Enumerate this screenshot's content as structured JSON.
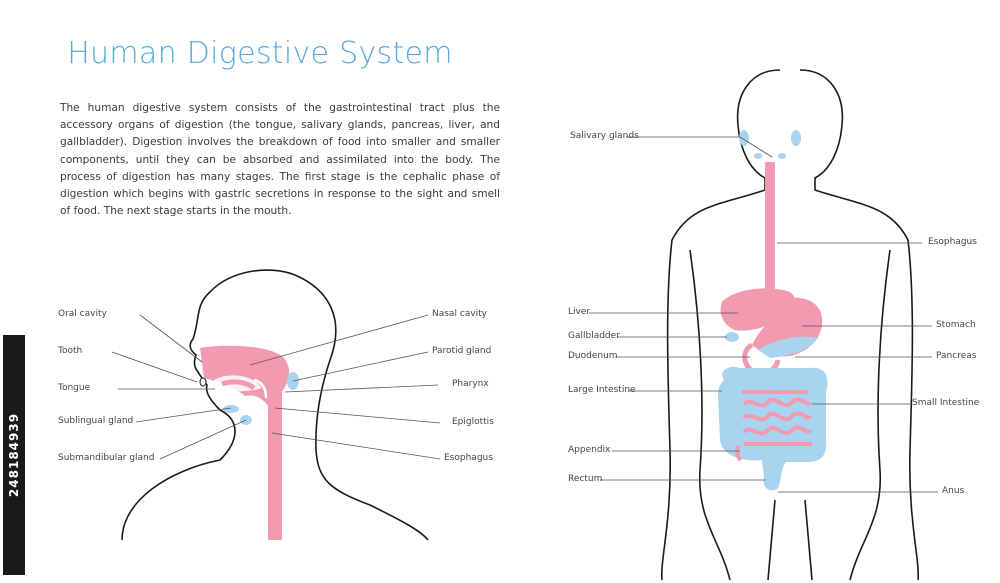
{
  "title": "Human Digestive System",
  "description": "The human digestive system consists of the gastrointestinal tract plus the accessory organs of digestion (the tongue, salivary glands, pancreas, liver, and gallbladder). Digestion involves the breakdown of food into smaller and smaller components, until they can be absorbed and assimilated into the body. The process of digestion has many stages. The first stage is the cephalic phase of digestion which begins with gastric secretions in response to the sight and smell of food. The next stage starts in the mouth.",
  "head_labels": {
    "oral_cavity": "Oral cavity",
    "tooth": "Tooth",
    "tongue": "Tongue",
    "sublingual_gland": "Sublingual gland",
    "submandibular_gland": "Submandibular gland",
    "nasal_cavity": "Nasal cavity",
    "parotid_gland": "Parotid gland",
    "pharynx": "Pharynx",
    "epiglottis": "Epiglottis",
    "esophagus": "Esophagus"
  },
  "body_labels": {
    "salivary_glands": "Salivary glands",
    "esophagus": "Esophagus",
    "liver": "Liver",
    "gallbladder": "Gallbladder",
    "duodenum": "Duodenum",
    "large_intestine": "Large Intestine",
    "appendix": "Appendix",
    "rectum": "Rectum",
    "stomach": "Stomach",
    "pancreas": "Pancreas",
    "small_intestine": "Small Intestine",
    "anus": "Anus"
  },
  "stock_id": "248184939",
  "colors": {
    "title": "#5aa9dc",
    "pink_organ": "#f29bb0",
    "blue_organ": "#a9d4f0",
    "outline": "#1a1a1a",
    "leader_line": "#555555"
  }
}
